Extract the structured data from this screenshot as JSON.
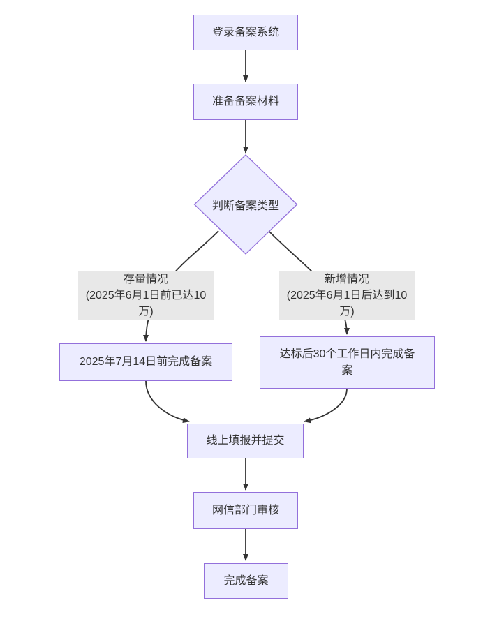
{
  "diagram": {
    "type": "flowchart",
    "direction": "top-down",
    "colors": {
      "page_bg": "#ffffff",
      "node_fill": "#ececff",
      "node_border": "#9370db",
      "line": "#333333",
      "text": "#333333",
      "edge_label_bg": "#e8e8e8"
    },
    "nodes": {
      "login": {
        "label": "登录备案系统"
      },
      "prepare": {
        "label": "准备备案材料"
      },
      "decision": {
        "label": "判断备案类型",
        "shape": "diamond"
      },
      "stock_deadline": {
        "label": "2025年7月14日前完成备案"
      },
      "new_deadline": {
        "lines": [
          "达标后30个工作日内完成备",
          "案"
        ]
      },
      "submit": {
        "label": "线上填报并提交"
      },
      "review": {
        "label": "网信部门审核"
      },
      "done": {
        "label": "完成备案"
      }
    },
    "edge_labels": {
      "stock": {
        "lines": [
          "存量情况",
          "(2025年6月1日前已达10",
          "万)"
        ]
      },
      "new": {
        "lines": [
          "新增情况",
          "(2025年6月1日后达到10",
          "万)"
        ]
      }
    },
    "edges": [
      {
        "from": "login",
        "to": "prepare"
      },
      {
        "from": "prepare",
        "to": "decision"
      },
      {
        "from": "decision",
        "to": "stock_deadline",
        "label": "存量情况 (2025年6月1日前已达10万)"
      },
      {
        "from": "decision",
        "to": "new_deadline",
        "label": "新增情况 (2025年6月1日后达到10万)"
      },
      {
        "from": "stock_deadline",
        "to": "submit"
      },
      {
        "from": "new_deadline",
        "to": "submit"
      },
      {
        "from": "submit",
        "to": "review"
      },
      {
        "from": "review",
        "to": "done"
      }
    ]
  }
}
